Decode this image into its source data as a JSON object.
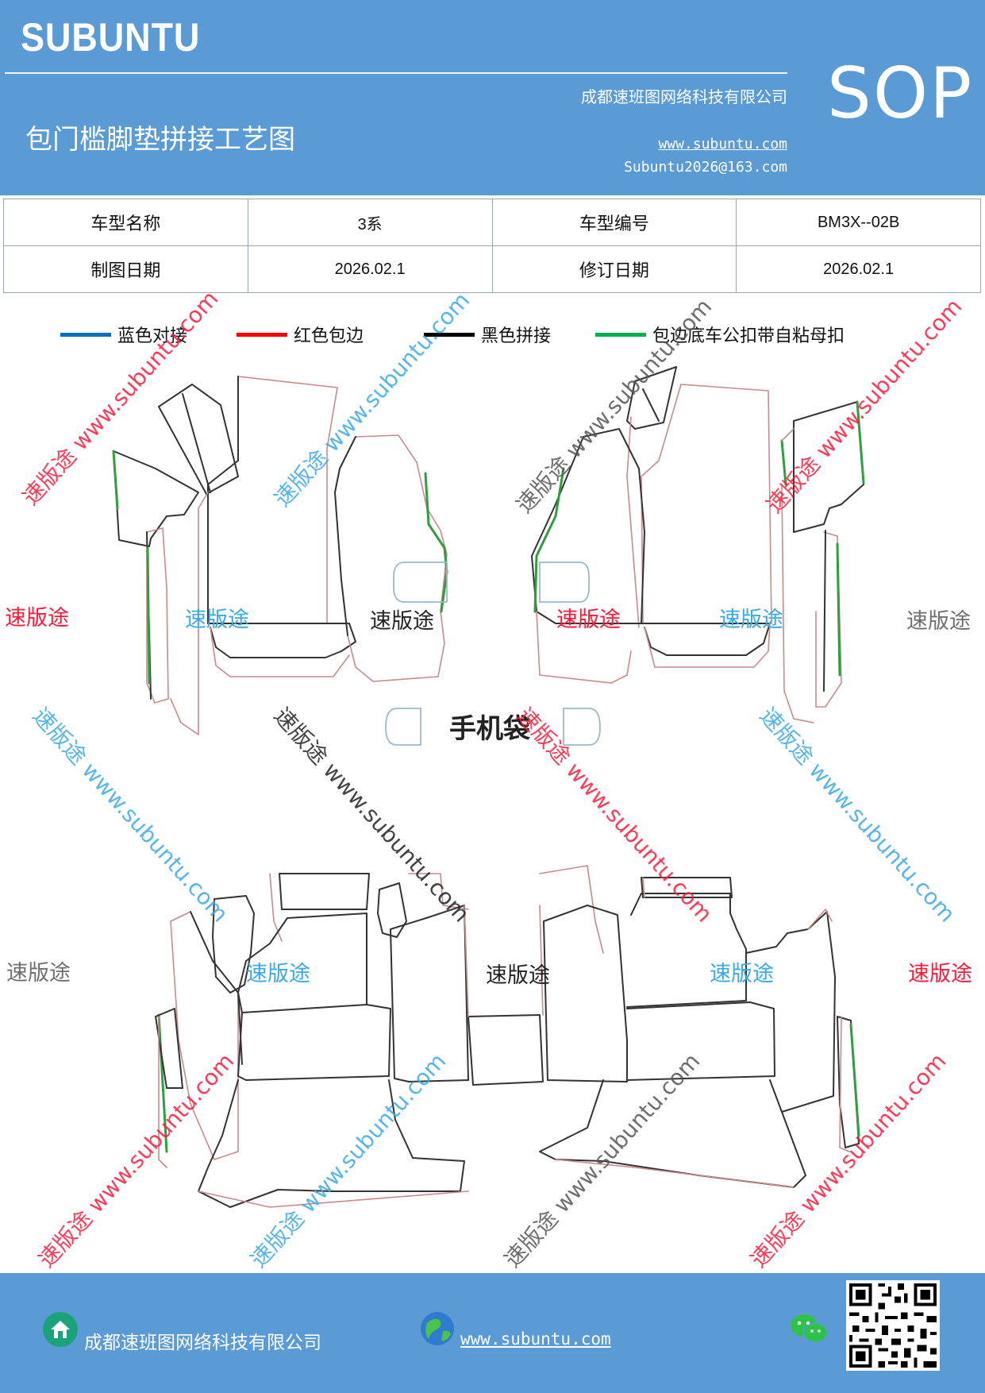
{
  "header": {
    "brand": "SUBUNTU",
    "sop": "SOP",
    "company": "成都速班图网络科技有限公司",
    "title": "包门槛脚垫拼接工艺图",
    "website": "www.subuntu.com",
    "email": "Subuntu2026@163.com"
  },
  "info_table": {
    "model_name_label": "车型名称",
    "model_name_value": "3系",
    "model_code_label": "车型编号",
    "model_code_value": "BM3X--02B",
    "draw_date_label": "制图日期",
    "draw_date_value": "2026.02.1",
    "revise_date_label": "修订日期",
    "revise_date_value": "2026.02.1"
  },
  "legend": [
    {
      "label": "蓝色对接",
      "color": "#0070c0"
    },
    {
      "label": "红色包边",
      "color": "#ff0000"
    },
    {
      "label": "黑色拼接",
      "color": "#000000"
    },
    {
      "label": "包边底车公扣带自粘母扣",
      "color": "#00b050"
    }
  ],
  "drawing": {
    "phone_pocket_label": "手机袋",
    "outline_color": "#333333",
    "edge_color": "#c98a8a",
    "green_color": "#2e9e3e"
  },
  "watermarks": {
    "brand_cn": "速版途",
    "diagonal_text": "速版途 www.subuntu.com",
    "colors": {
      "red": "#ff1a3a",
      "blue": "#3aa9e8",
      "gray": "#6f6f6f"
    }
  },
  "footer": {
    "company": "成都速班图网络科技有限公司",
    "website": "www.subuntu.com "
  }
}
